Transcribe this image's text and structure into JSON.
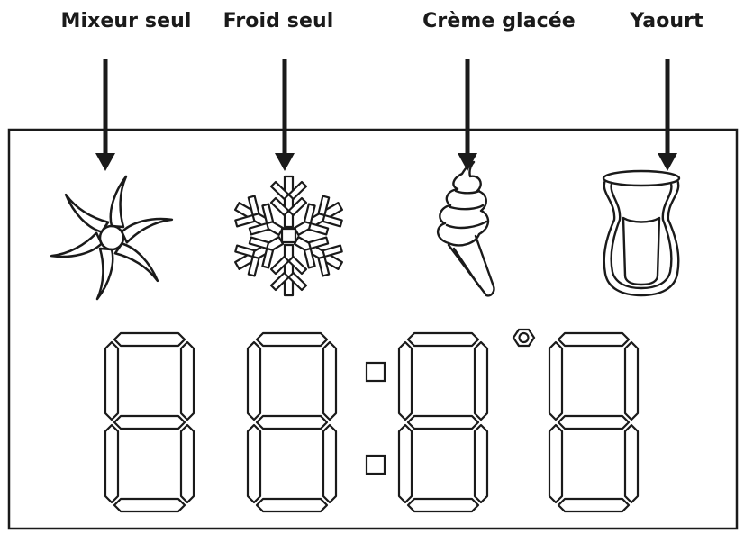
{
  "labels": {
    "mixer": "Mixeur seul",
    "cold": "Froid seul",
    "ice_cream": "Crème glacée",
    "yogurt": "Yaourt"
  },
  "icons": [
    "mixer-blade-icon",
    "snowflake-icon",
    "ice-cream-cone-icon",
    "yogurt-jar-icon"
  ],
  "display": {
    "digits": 4,
    "separator": "colon",
    "degree_symbol": true
  },
  "colors": {
    "line": "#1a1a1a",
    "background": "#ffffff"
  }
}
